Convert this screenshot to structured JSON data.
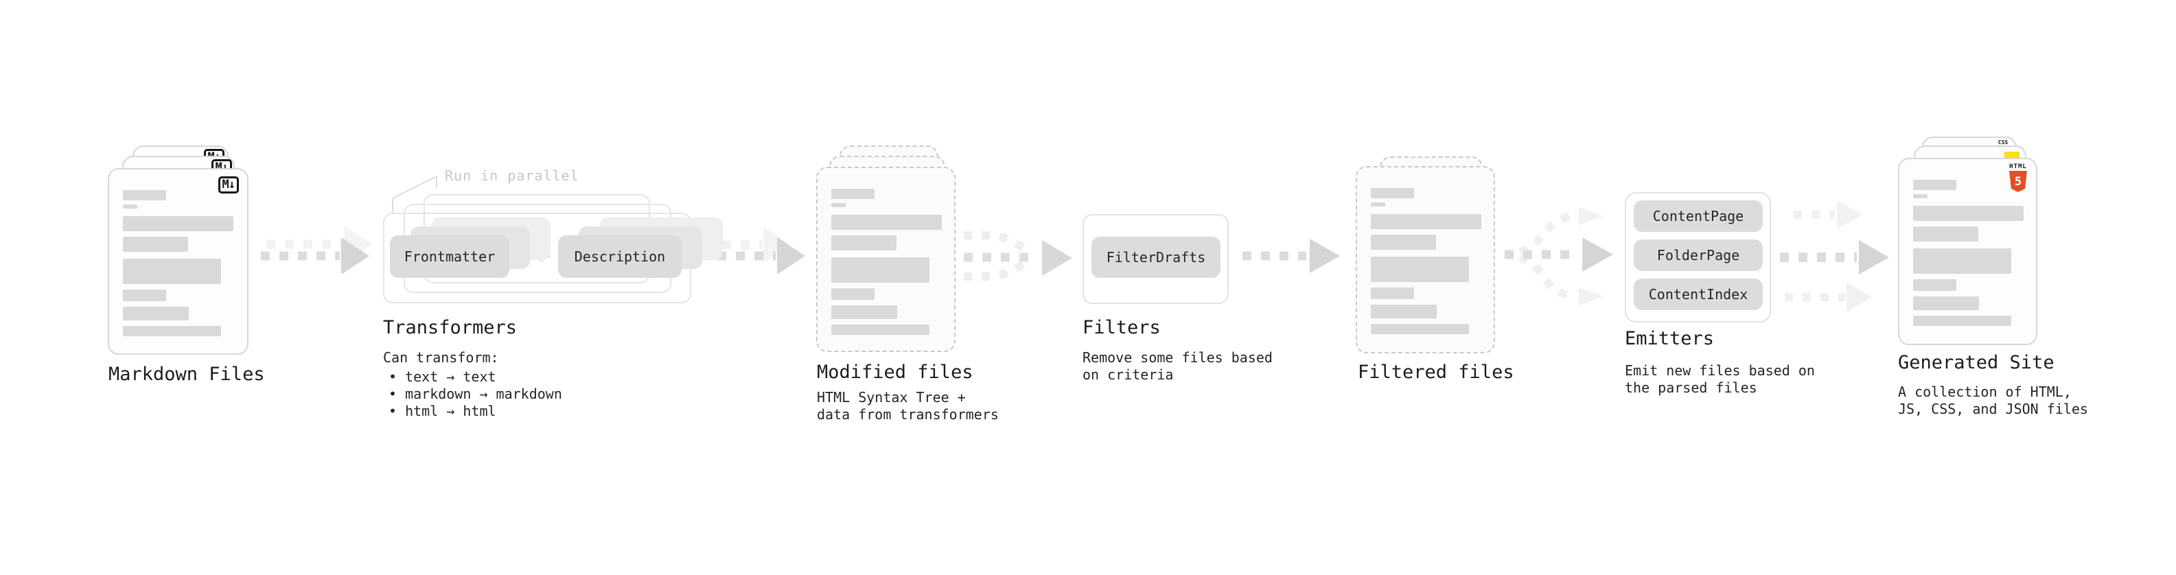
{
  "colors": {
    "html5_orange": "#e34f26",
    "js_yellow": "#f7df1e",
    "css_blue": "#2965f1"
  },
  "stages": {
    "markdown_files": {
      "title": "Markdown Files",
      "badge": "M↓"
    },
    "transformers": {
      "title": "Transformers",
      "annotation": "Run in parallel",
      "box1": "Frontmatter",
      "box2": "Description",
      "desc_heading": "Can transform:",
      "bullets": [
        "text → text",
        "markdown → markdown",
        "html → html"
      ]
    },
    "modified_files": {
      "title": "Modified files",
      "description": "HTML Syntax Tree +\ndata from transformers"
    },
    "filters": {
      "title": "Filters",
      "box1": "FilterDrafts",
      "description": "Remove some files based\non criteria"
    },
    "filtered_files": {
      "title": "Filtered files"
    },
    "emitters": {
      "title": "Emitters",
      "box1": "ContentPage",
      "box2": "FolderPage",
      "box3": "ContentIndex",
      "description": "Emit new files based on\nthe parsed files"
    },
    "generated_site": {
      "title": "Generated Site",
      "description": "A collection of HTML,\nJS, CSS, and JSON files",
      "badge_html_label": "HTML",
      "badge_html_number": "5",
      "badge_css_label": "CSS"
    }
  }
}
